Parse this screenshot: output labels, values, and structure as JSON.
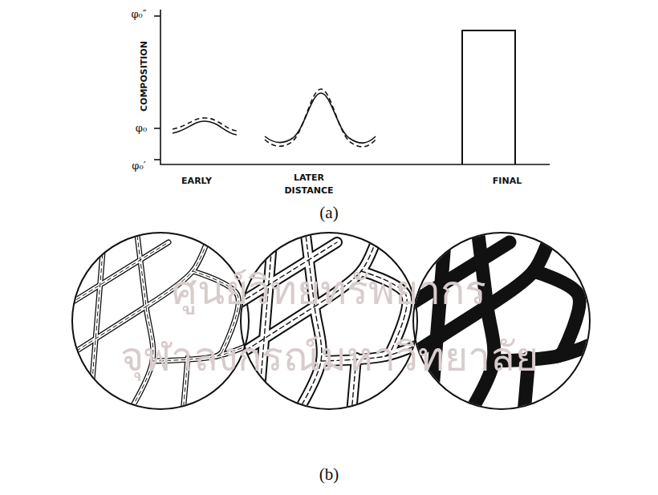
{
  "diagram": {
    "labels": [
      "COMPOSITION",
      "φ₀″",
      "φ₀",
      "φ₀′",
      "EARLY",
      "LATER",
      "DISTANCE",
      "FINAL",
      "(a)",
      "(b)",
      "ศูนย์วิทยทรัพยากร",
      "จุฬาลงกรณ์มหาวิทยาลัย"
    ]
  }
}
